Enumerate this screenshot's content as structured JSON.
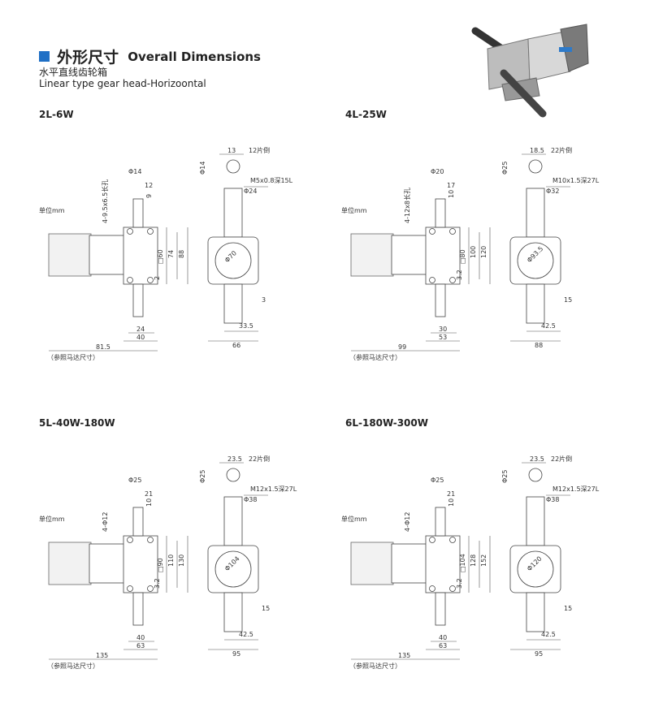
{
  "header": {
    "title_cn": "外形尺寸",
    "title_en": "Overall Dimensions",
    "sub_cn": "水平直线齿轮箱",
    "sub_en": "Linear type gear head-Horizoontal"
  },
  "unit_label": "单位mm",
  "ref_note": "（参照马达尺寸）",
  "models": [
    {
      "name": "2L-6W",
      "hole": "4-9.5x6.5长孔",
      "shaft_d": "Φ14",
      "d12": "12",
      "d9": "9",
      "sq": "□60",
      "h1": "74",
      "h2": "88",
      "v2": "2",
      "b24": "24",
      "b40": "40",
      "len": "81.5",
      "top13": "13",
      "tooth": "12片倒",
      "phi14s": "Φ14",
      "thread": "M5x0.8深15L",
      "phi24": "Φ24",
      "circle": "Φ70",
      "s3": "3",
      "w335": "33.5",
      "w66": "66"
    },
    {
      "name": "4L-25W",
      "hole": "4-12x8长孔",
      "shaft_d": "Φ20",
      "d12": "17",
      "d9": "10",
      "sq": "□80",
      "h1": "100",
      "h2": "120",
      "v2": "3.2",
      "b24": "30",
      "b40": "53",
      "len": "99",
      "top13": "18.5",
      "tooth": "22片倒",
      "phi14s": "Φ25",
      "thread": "M10x1.5深27L",
      "phi24": "Φ32",
      "circle": "Φ93.5",
      "s3": "15",
      "w335": "42.5",
      "w66": "88"
    },
    {
      "name": "5L-40W-180W",
      "hole": "4-Φ12",
      "shaft_d": "Φ25",
      "d12": "21",
      "d9": "10",
      "sq": "□90",
      "h1": "110",
      "h2": "130",
      "v2": "3.2",
      "b24": "40",
      "b40": "63",
      "len": "135",
      "top13": "23.5",
      "tooth": "22片倒",
      "phi14s": "Φ25",
      "thread": "M12x1.5深27L",
      "phi24": "Φ38",
      "circle": "Φ104",
      "s3": "15",
      "w335": "42.5",
      "w66": "95"
    },
    {
      "name": "6L-180W-300W",
      "hole": "4-Φ12",
      "shaft_d": "Φ25",
      "d12": "21",
      "d9": "10",
      "sq": "□104",
      "h1": "128",
      "h2": "152",
      "v2": "3.2",
      "b24": "40",
      "b40": "63",
      "len": "135",
      "top13": "23.5",
      "tooth": "22片倒",
      "phi14s": "Φ25",
      "thread": "M12x1.5深27L",
      "phi24": "Φ38",
      "circle": "Φ120",
      "s3": "15",
      "w335": "42.5",
      "w66": "95"
    }
  ]
}
